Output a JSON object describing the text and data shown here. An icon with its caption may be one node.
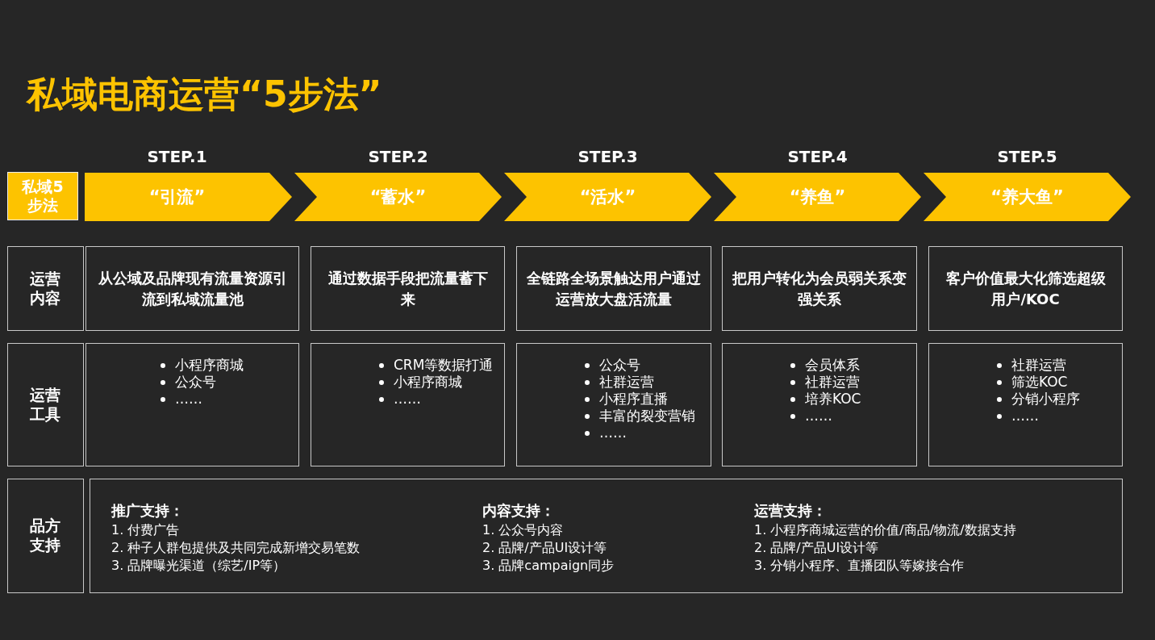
{
  "diagram": {
    "title": "私域电商运营“5步法”",
    "nodes": [
      {
        "text": [
          "私域5步法"
        ]
      },
      {
        "text": [
          "“引流”"
        ],
        "beside": [
          "STEP.1"
        ]
      },
      {
        "text": [
          "“蓄水”"
        ],
        "beside": [
          "STEP.2"
        ]
      },
      {
        "text": [
          "“活水”"
        ],
        "beside": [
          "STEP.3"
        ]
      },
      {
        "text": [
          "“养鱼”"
        ],
        "beside": [
          "STEP.4"
        ]
      },
      {
        "text": [
          "“养大鱼”"
        ],
        "beside": [
          "STEP.5"
        ]
      },
      {
        "text": [
          "运营内容"
        ]
      },
      {
        "text": [
          "从公域及品牌现有流量资源引流到私域流量池"
        ]
      },
      {
        "text": [
          "通过数据手段把流量蓄下来"
        ]
      },
      {
        "text": [
          "全链路全场景触达用户通过运营放大盘活流量"
        ]
      },
      {
        "text": [
          "把用户转化为会员弱关系变强关系"
        ]
      },
      {
        "text": [
          "客户价值最大化筛选超级用户/KOC"
        ]
      },
      {
        "text": [
          "运营工具"
        ]
      },
      {
        "text": [
          "小程序商城",
          "公众号",
          "……"
        ]
      },
      {
        "text": [
          "CRM等数据打通",
          "小程序商城",
          "……"
        ]
      },
      {
        "text": [
          "公众号",
          "社群运营",
          "小程序直播",
          "丰富的裂变营销",
          "……"
        ]
      },
      {
        "text": [
          "会员体系",
          "社群运营",
          "培养KOC",
          "……"
        ]
      },
      {
        "text": [
          "社群运营",
          "筛选KOC",
          "分销小程序",
          "……"
        ]
      },
      {
        "text": [
          "品方支持"
        ]
      },
      {
        "text": [
          "推广支持：",
          "1. 付费广告",
          "2. 种子人群包提供及共同完成新增交易笔数",
          "3. 品牌曝光渠道（综艺/IP等）",
          "内容支持：",
          "1.  公众号内容",
          "2.  品牌/产品UI设计等",
          "3.  品牌campaign同步",
          "运营支持：",
          "1.  小程序商城运营的价值/商品/物流/数据支持",
          "2.  品牌/产品UI设计等",
          "3.  分销小程序、直播团队等嫁接合作"
        ]
      }
    ]
  }
}
